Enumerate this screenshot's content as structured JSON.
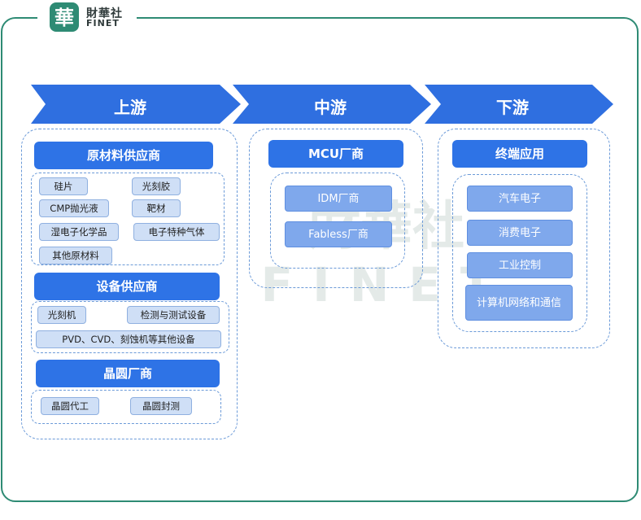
{
  "logo": {
    "seal_char": "華",
    "name_cn": "財華社",
    "name_en": "FINET"
  },
  "watermark": {
    "cn": "財華社",
    "en": "FINET"
  },
  "stages": {
    "upstream": "上游",
    "midstream": "中游",
    "downstream": "下游"
  },
  "upstream": {
    "materials": {
      "title": "原材料供应商",
      "items": [
        "硅片",
        "光刻胶",
        "CMP抛光液",
        "靶材",
        "湿电子化学品",
        "电子特种气体",
        "其他原材料"
      ]
    },
    "equipment": {
      "title": "设备供应商",
      "items": [
        "光刻机",
        "检测与测试设备",
        "PVD、CVD、刻蚀机等其他设备"
      ]
    },
    "wafer": {
      "title": "晶圆厂商",
      "items": [
        "晶圆代工",
        "晶圆封测"
      ]
    }
  },
  "midstream": {
    "title": "MCU厂商",
    "items": [
      "IDM厂商",
      "Fabless厂商"
    ]
  },
  "downstream": {
    "title": "终端应用",
    "items": [
      "汽车电子",
      "消费电子",
      "工业控制",
      "计算机网络和通信"
    ]
  },
  "colors": {
    "arrow": "#2f6fe0",
    "header": "#2e73e6",
    "frame": "#2e8b74",
    "dashed": "#6b9ad8"
  }
}
